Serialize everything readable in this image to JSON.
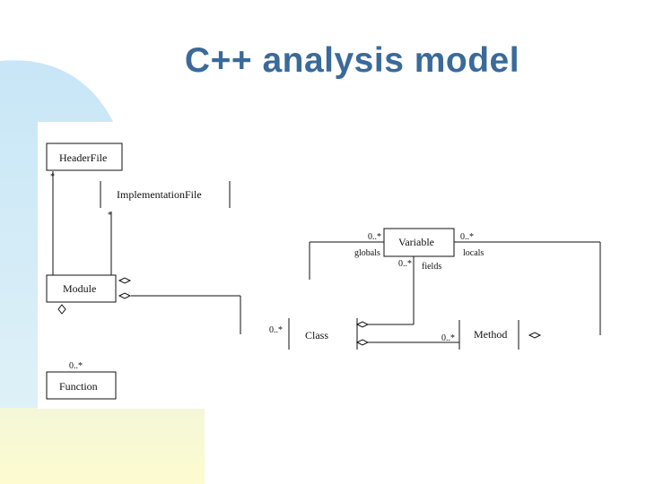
{
  "slide": {
    "title": "C++ analysis model"
  },
  "diagram": {
    "classes": {
      "header_file": "HeaderFile",
      "implementation_file": "ImplementationFile",
      "module": "Module",
      "function": "Function",
      "variable": "Variable",
      "class": "Class",
      "method": "Method"
    },
    "labels": {
      "star_header": "*",
      "star_impl": "*",
      "function_mult": "0..*",
      "variable_left_mult": "0..*",
      "variable_left_role": "globals",
      "variable_right_mult": "0..*",
      "variable_right_role": "locals",
      "variable_bottom_mult": "0..*",
      "variable_bottom_role": "fields",
      "class_mult": "0..*",
      "method_mult": "0..*"
    }
  },
  "colors": {
    "title": "#3a6a9a",
    "bg_blue": "#cfe9f7",
    "bg_yellow": "#fdfbd2",
    "line": "#111111"
  }
}
